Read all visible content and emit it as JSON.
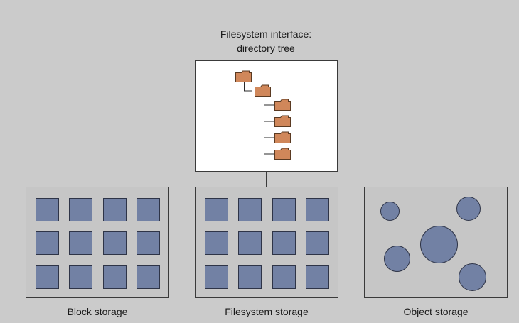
{
  "title_line1": "Filesystem interface:",
  "title_line2": "directory tree",
  "labels": {
    "block": "Block storage",
    "filesystem": "Filesystem storage",
    "object": "Object storage"
  },
  "colors": {
    "background": "#cbcbcb",
    "block_fill": "#7281a4",
    "folder_fill": "#d0875a",
    "tree_box": "#ffffff"
  },
  "icons": [
    "folder-icon",
    "block-square",
    "object-circle"
  ]
}
